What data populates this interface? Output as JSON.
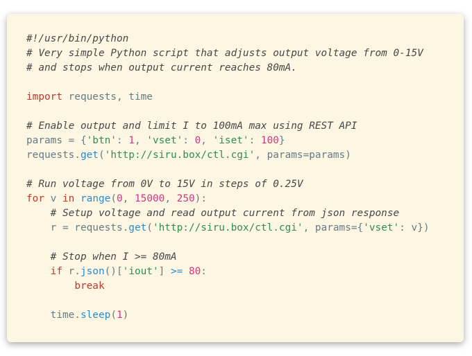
{
  "code": {
    "lines": [
      [
        {
          "t": "#!/usr/bin/python",
          "k": "c"
        }
      ],
      [
        {
          "t": "# Very simple Python script that adjusts output voltage from 0-15V",
          "k": "c"
        }
      ],
      [
        {
          "t": "# and stops when output current reaches 80mA.",
          "k": "c"
        }
      ],
      [],
      [
        {
          "t": "import",
          "k": "k"
        },
        {
          "t": " requests, time",
          "k": "p"
        }
      ],
      [],
      [
        {
          "t": "# Enable output and limit I to 100mA max using REST API",
          "k": "c"
        }
      ],
      [
        {
          "t": "params = {",
          "k": "p"
        },
        {
          "t": "'btn'",
          "k": "s"
        },
        {
          "t": ": ",
          "k": "p"
        },
        {
          "t": "1",
          "k": "n"
        },
        {
          "t": ", ",
          "k": "p"
        },
        {
          "t": "'vset'",
          "k": "s"
        },
        {
          "t": ": ",
          "k": "p"
        },
        {
          "t": "0",
          "k": "n"
        },
        {
          "t": ", ",
          "k": "p"
        },
        {
          "t": "'iset'",
          "k": "s"
        },
        {
          "t": ": ",
          "k": "p"
        },
        {
          "t": "100",
          "k": "n"
        },
        {
          "t": "}",
          "k": "p"
        }
      ],
      [
        {
          "t": "requests.",
          "k": "p"
        },
        {
          "t": "get",
          "k": "f"
        },
        {
          "t": "(",
          "k": "p"
        },
        {
          "t": "'http://siru.box/ctl.cgi'",
          "k": "s"
        },
        {
          "t": ", params=params)",
          "k": "p"
        }
      ],
      [],
      [
        {
          "t": "# Run voltage from 0V to 15V in steps of 0.25V",
          "k": "c"
        }
      ],
      [
        {
          "t": "for",
          "k": "k"
        },
        {
          "t": " v ",
          "k": "p"
        },
        {
          "t": "in",
          "k": "k"
        },
        {
          "t": " ",
          "k": "p"
        },
        {
          "t": "range",
          "k": "f"
        },
        {
          "t": "(",
          "k": "p"
        },
        {
          "t": "0",
          "k": "n"
        },
        {
          "t": ", ",
          "k": "p"
        },
        {
          "t": "15000",
          "k": "n"
        },
        {
          "t": ", ",
          "k": "p"
        },
        {
          "t": "250",
          "k": "n"
        },
        {
          "t": "):",
          "k": "p"
        }
      ],
      [
        {
          "t": "    ",
          "k": "p"
        },
        {
          "t": "# Setup voltage and read output current from json response",
          "k": "c"
        }
      ],
      [
        {
          "t": "    r = requests.",
          "k": "p"
        },
        {
          "t": "get",
          "k": "f"
        },
        {
          "t": "(",
          "k": "p"
        },
        {
          "t": "'http://siru.box/ctl.cgi'",
          "k": "s"
        },
        {
          "t": ", params={",
          "k": "p"
        },
        {
          "t": "'vset'",
          "k": "s"
        },
        {
          "t": ": v})",
          "k": "p"
        }
      ],
      [],
      [
        {
          "t": "    ",
          "k": "p"
        },
        {
          "t": "# Stop when I >= 80mA",
          "k": "c"
        }
      ],
      [
        {
          "t": "    ",
          "k": "p"
        },
        {
          "t": "if",
          "k": "k"
        },
        {
          "t": " r.",
          "k": "p"
        },
        {
          "t": "json",
          "k": "f"
        },
        {
          "t": "()[",
          "k": "p"
        },
        {
          "t": "'iout'",
          "k": "s"
        },
        {
          "t": "] ",
          "k": "p"
        },
        {
          "t": ">=",
          "k": "f"
        },
        {
          "t": " ",
          "k": "p"
        },
        {
          "t": "80",
          "k": "n"
        },
        {
          "t": ":",
          "k": "p"
        }
      ],
      [
        {
          "t": "        ",
          "k": "p"
        },
        {
          "t": "break",
          "k": "k"
        }
      ],
      [],
      [
        {
          "t": "    time.",
          "k": "p"
        },
        {
          "t": "sleep",
          "k": "f"
        },
        {
          "t": "(",
          "k": "p"
        },
        {
          "t": "1",
          "k": "n"
        },
        {
          "t": ")",
          "k": "p"
        }
      ]
    ]
  }
}
